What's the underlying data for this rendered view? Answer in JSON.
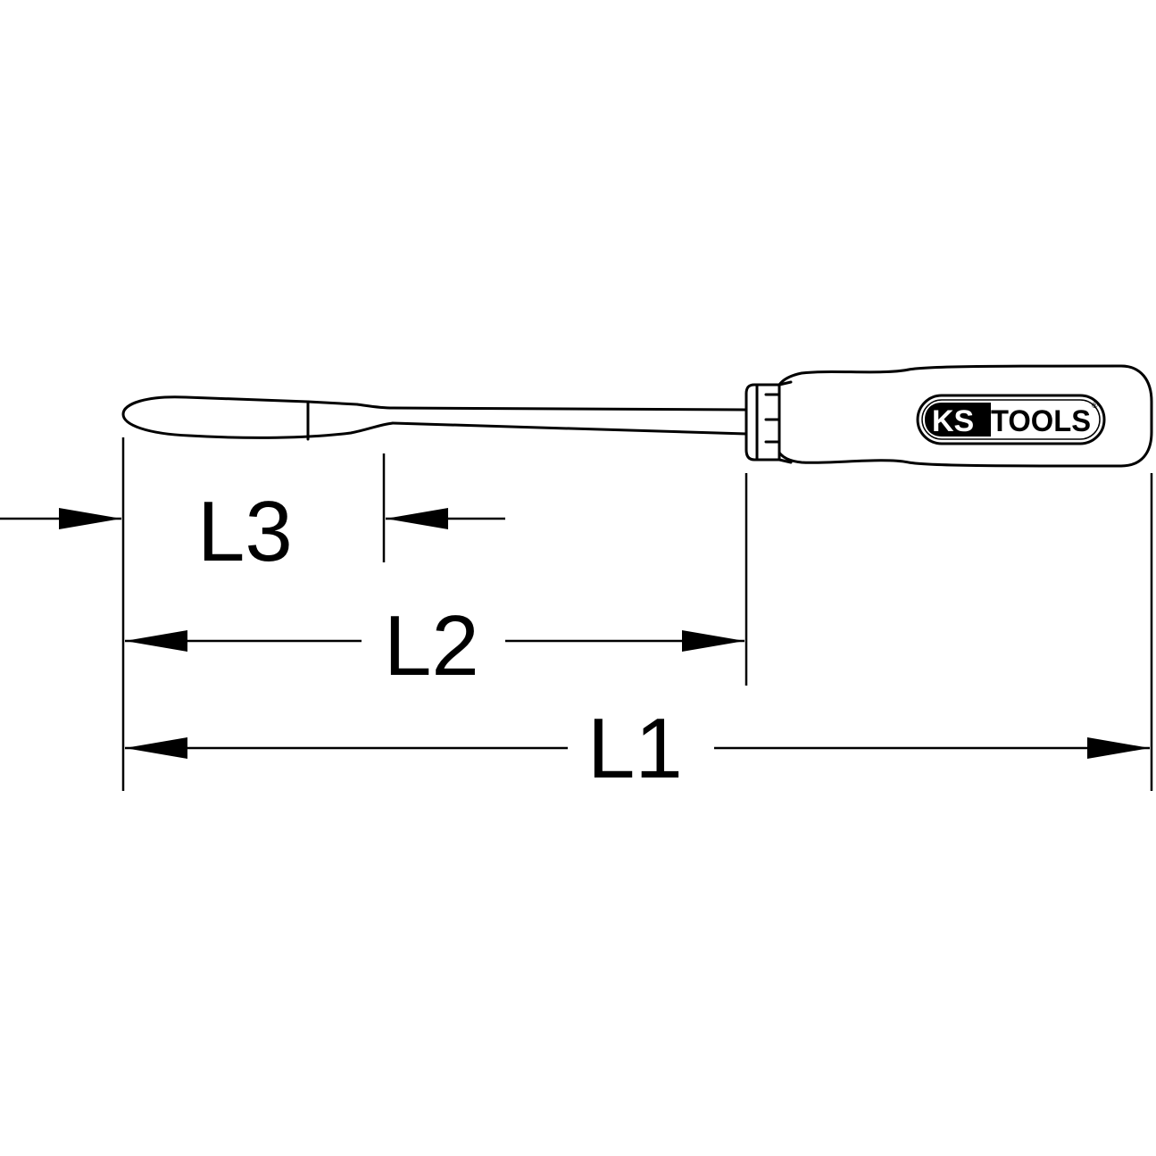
{
  "labels": {
    "l1": "L1",
    "l2": "L2",
    "l3": "L3"
  },
  "logo": {
    "ks": "KS",
    "tools": "TOOLS",
    "registered": "®"
  },
  "colors": {
    "line": "#000000",
    "background": "#ffffff"
  }
}
